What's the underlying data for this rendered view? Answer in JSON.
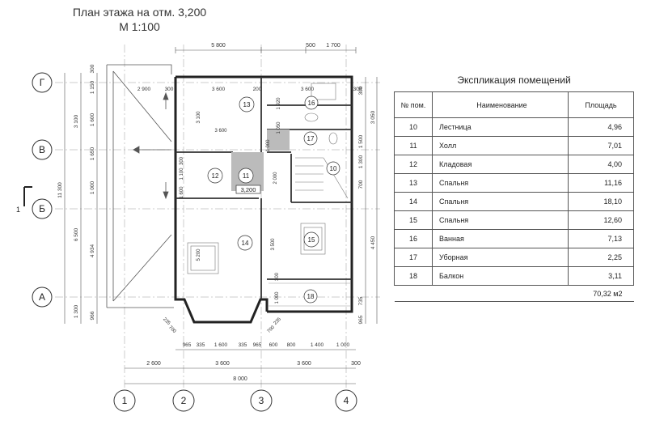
{
  "title": {
    "line1": "План этажа на отм. 3,200",
    "line2": "М 1:100"
  },
  "axes": {
    "rows": [
      "Г",
      "В",
      "Б",
      "А"
    ],
    "cols": [
      "1",
      "2",
      "3",
      "4"
    ]
  },
  "section_mark": "1",
  "level_mark": "3,200",
  "room_tags": [
    "10",
    "11",
    "12",
    "13",
    "14",
    "15",
    "16",
    "17",
    "18"
  ],
  "dimensions": {
    "top": [
      "5 800",
      "500",
      "1 700"
    ],
    "top_inner": [
      "2 900",
      "300",
      "3 600",
      "200",
      "3 600",
      "300"
    ],
    "bottom_row1": [
      "965",
      "335",
      "1 600",
      "335",
      "965",
      "600",
      "800",
      "1 400",
      "1 000"
    ],
    "bottom_row2": [
      "2 600",
      "3 600",
      "3 600",
      "300"
    ],
    "bottom_total": "8 000",
    "left_outer": [
      "11 300"
    ],
    "left_mid": [
      "3 100",
      "6 500",
      "1 300"
    ],
    "left_inner": [
      "300",
      "1 150",
      "1 600",
      "1 650",
      "1 000",
      "4 934",
      "966"
    ],
    "right_outer": [
      "3 050",
      "4 450"
    ],
    "right_inner": [
      "300",
      "1 500",
      "1 300",
      "700",
      "965",
      "735"
    ],
    "interior": [
      "3 100",
      "3 600",
      "1 920",
      "1 050",
      "1 000",
      "2 000",
      "5 200",
      "3 500",
      "300",
      "1 000",
      "300",
      "1 100",
      "1 600",
      "700",
      "235",
      "700",
      "235"
    ]
  },
  "explication": {
    "caption": "Экспликация помещений",
    "headers": {
      "num": "№ пом.",
      "name": "Наименование",
      "area": "Площадь"
    },
    "rows": [
      {
        "num": "10",
        "name": "Лестница",
        "area": "4,96"
      },
      {
        "num": "11",
        "name": "Холл",
        "area": "7,01"
      },
      {
        "num": "12",
        "name": "Кладовая",
        "area": "4,00"
      },
      {
        "num": "13",
        "name": "Спальня",
        "area": "11,16"
      },
      {
        "num": "14",
        "name": "Спальня",
        "area": "18,10"
      },
      {
        "num": "15",
        "name": "Спальня",
        "area": "12,60"
      },
      {
        "num": "16",
        "name": "Ванная",
        "area": "7,13"
      },
      {
        "num": "17",
        "name": "Уборная",
        "area": "2,25"
      },
      {
        "num": "18",
        "name": "Балкон",
        "area": "3,11"
      }
    ],
    "total": "70,32 м2"
  }
}
